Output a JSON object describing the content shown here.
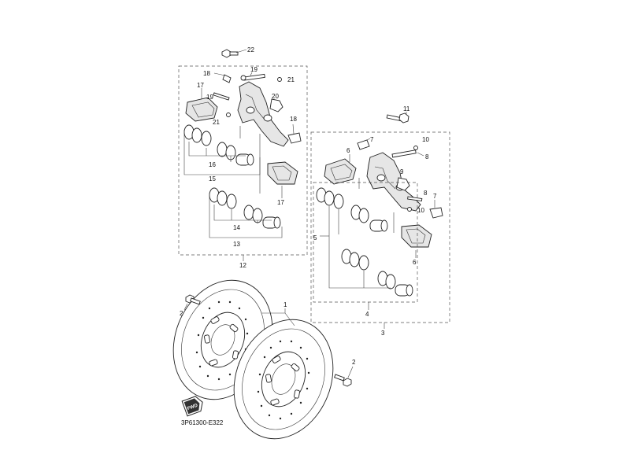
{
  "diagram_code": "3P61300-E322",
  "fwd_label": "FWD",
  "callouts": {
    "n1": "1",
    "n2a": "2",
    "n2b": "2",
    "n3": "3",
    "n4": "4",
    "n5": "5",
    "n6a": "6",
    "n6b": "6",
    "n7a": "7",
    "n7b": "7",
    "n8a": "8",
    "n8b": "8",
    "n9": "9",
    "n10a": "10",
    "n10b": "10",
    "n11": "11",
    "n12": "12",
    "n13": "13",
    "n14": "14",
    "n15": "15",
    "n16": "16",
    "n17a": "17",
    "n17b": "17",
    "n18a": "18",
    "n18b": "18",
    "n19a": "19",
    "n19b": "19",
    "n20": "20",
    "n21a": "21",
    "n21b": "21",
    "n22": "22"
  },
  "icons": {
    "fwd": "fwd-arrow-icon",
    "disc": "brake-disc-icon",
    "caliper": "brake-caliper-icon",
    "pad": "brake-pad-icon",
    "piston": "piston-icon",
    "seal": "piston-seal-icon",
    "bolt": "bolt-icon"
  }
}
